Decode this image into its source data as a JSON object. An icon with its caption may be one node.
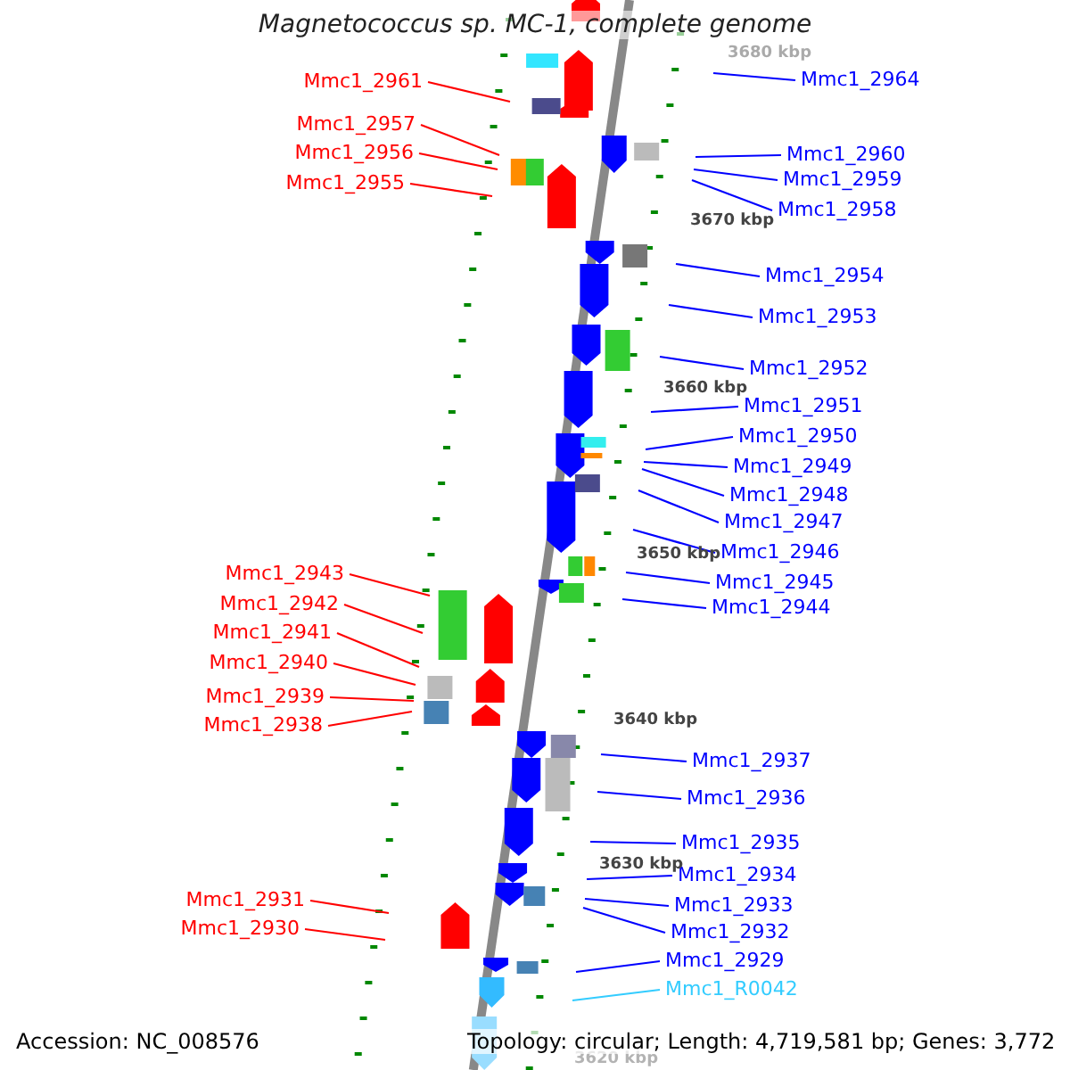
{
  "diagram": {
    "title": "Magnetococcus sp. MC-1, complete genome",
    "nodes": [
      {
        "text": [
          "Mmc1_2964"
        ]
      },
      {
        "text": [
          "Mmc1_2961"
        ]
      },
      {
        "text": [
          "Mmc1_2957"
        ]
      },
      {
        "text": [
          "Mmc1_2956"
        ]
      },
      {
        "text": [
          "Mmc1_2960"
        ]
      },
      {
        "text": [
          "Mmc1_2959"
        ]
      },
      {
        "text": [
          "Mmc1_2955"
        ]
      },
      {
        "text": [
          "Mmc1_2958"
        ]
      },
      {
        "text": [
          "Mmc1_2954"
        ]
      },
      {
        "text": [
          "Mmc1_2953"
        ]
      },
      {
        "text": [
          "Mmc1_2952"
        ]
      },
      {
        "text": [
          "Mmc1_2951"
        ]
      },
      {
        "text": [
          "Mmc1_2950"
        ]
      },
      {
        "text": [
          "Mmc1_2949"
        ]
      },
      {
        "text": [
          "Mmc1_2948"
        ]
      },
      {
        "text": [
          "Mmc1_2947"
        ]
      },
      {
        "text": [
          "Mmc1_2946"
        ]
      },
      {
        "text": [
          "Mmc1_2943"
        ]
      },
      {
        "text": [
          "Mmc1_2945"
        ]
      },
      {
        "text": [
          "Mmc1_2942"
        ]
      },
      {
        "text": [
          "Mmc1_2944"
        ]
      },
      {
        "text": [
          "Mmc1_2941"
        ]
      },
      {
        "text": [
          "Mmc1_2940"
        ]
      },
      {
        "text": [
          "Mmc1_2939"
        ]
      },
      {
        "text": [
          "Mmc1_2938"
        ]
      },
      {
        "text": [
          "Mmc1_2937"
        ]
      },
      {
        "text": [
          "Mmc1_2936"
        ]
      },
      {
        "text": [
          "Mmc1_2935"
        ]
      },
      {
        "text": [
          "Mmc1_2934"
        ]
      },
      {
        "text": [
          "Mmc1_2931"
        ]
      },
      {
        "text": [
          "Mmc1_2933"
        ]
      },
      {
        "text": [
          "Mmc1_2930"
        ]
      },
      {
        "text": [
          "Mmc1_2932"
        ]
      },
      {
        "text": [
          "Mmc1_2929"
        ]
      },
      {
        "text": [
          "Mmc1_R0042"
        ]
      }
    ],
    "edges": [
      {
        "from": 0,
        "to": null,
        "arrow": "none"
      },
      {
        "from": 1,
        "to": null,
        "arrow": "none",
        "color": "#ff0000"
      },
      {
        "from": 2,
        "to": null,
        "arrow": "none",
        "color": "#ff0000"
      },
      {
        "from": 3,
        "to": null,
        "arrow": "none",
        "color": "#ff0000"
      },
      {
        "from": 4,
        "to": null,
        "arrow": "none"
      },
      {
        "from": 5,
        "to": null,
        "arrow": "none"
      },
      {
        "from": 6,
        "to": null,
        "arrow": "none",
        "color": "#ff0000"
      },
      {
        "from": 7,
        "to": null,
        "arrow": "none"
      },
      {
        "from": 8,
        "to": null,
        "arrow": "none"
      },
      {
        "from": 9,
        "to": null,
        "arrow": "none"
      },
      {
        "from": 10,
        "to": null,
        "arrow": "none"
      },
      {
        "from": 11,
        "to": null,
        "arrow": "none"
      },
      {
        "from": 12,
        "to": null,
        "arrow": "none"
      },
      {
        "from": 13,
        "to": null,
        "arrow": "none"
      },
      {
        "from": 14,
        "to": null,
        "arrow": "none"
      },
      {
        "from": 15,
        "to": null,
        "arrow": "none"
      },
      {
        "from": 16,
        "to": null,
        "arrow": "none"
      },
      {
        "from": 17,
        "to": null,
        "arrow": "none",
        "color": "#ff0000"
      },
      {
        "from": 18,
        "to": null,
        "arrow": "none"
      },
      {
        "from": 19,
        "to": null,
        "arrow": "none",
        "color": "#ff0000"
      },
      {
        "from": 20,
        "to": null,
        "arrow": "none"
      },
      {
        "from": 21,
        "to": null,
        "arrow": "none",
        "color": "#ff0000"
      },
      {
        "from": 22,
        "to": null,
        "arrow": "none",
        "color": "#ff0000"
      },
      {
        "from": 23,
        "to": null,
        "arrow": "none",
        "color": "#ff0000"
      },
      {
        "from": 24,
        "to": null,
        "arrow": "none",
        "color": "#ff0000"
      },
      {
        "from": 25,
        "to": null,
        "arrow": "none"
      },
      {
        "from": 26,
        "to": null,
        "arrow": "none"
      },
      {
        "from": 27,
        "to": null,
        "arrow": "none"
      },
      {
        "from": 28,
        "to": null,
        "arrow": "none"
      },
      {
        "from": 29,
        "to": null,
        "arrow": "none",
        "color": "#ff0000"
      },
      {
        "from": 30,
        "to": null,
        "arrow": "none"
      },
      {
        "from": 31,
        "to": null,
        "arrow": "none",
        "color": "#ff0000"
      },
      {
        "from": 32,
        "to": null,
        "arrow": "none"
      },
      {
        "from": 33,
        "to": null,
        "arrow": "none"
      },
      {
        "from": 34,
        "to": null,
        "arrow": "none",
        "color": "#33ccff"
      }
    ],
    "labels": [
      "3680 kbp",
      "3670 kbp",
      "3660 kbp",
      "3650 kbp",
      "3640 kbp",
      "3630 kbp",
      "3620 kbp",
      "Accession: NC_008576",
      "Topology: circular; Length: 4,719,581 bp; Genes: 3,772"
    ]
  }
}
